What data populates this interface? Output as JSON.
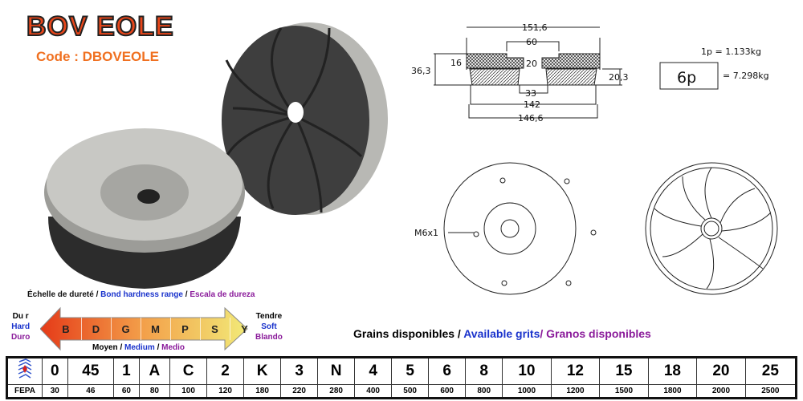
{
  "product": {
    "name": "BOV EOLE",
    "code": "Code : DBOVEOLE"
  },
  "drawing": {
    "dims": [
      "151,6",
      "60",
      "16",
      "20",
      "36,3",
      "20,3",
      "33",
      "142",
      "146,6"
    ],
    "thread": "M6x1"
  },
  "weight": {
    "unit": "1p  = 1.133kg",
    "pack": "6p",
    "total": "=  7.298kg"
  },
  "hardness": {
    "title_fr": "Échelle de dureté",
    "title_en": "Bond hardness range",
    "title_es": "Escala de dureza",
    "sep": " / ",
    "hard": [
      "Du r",
      "Hard",
      "Duro"
    ],
    "soft": [
      "Tendre",
      "Soft",
      "Blando"
    ],
    "grades": [
      "B",
      "D",
      "G",
      "M",
      "P",
      "S",
      "Y"
    ],
    "medium_fr": "Moyen",
    "medium_en": "Medium",
    "medium_es": "Medio",
    "colors": [
      "#e8401c",
      "#ee6a2a",
      "#f08a38",
      "#f4a24a",
      "#f6be5c",
      "#f7d468",
      "#f0e070"
    ]
  },
  "grits": {
    "title_fr": "Grains disponibles / ",
    "title_en": "Available grits",
    "title_es": "/ Granos disponibles",
    "row_label": "FEPA",
    "codes": [
      "0",
      "45",
      "1",
      "A",
      "C",
      "2",
      "K",
      "3",
      "N",
      "4",
      "5",
      "6",
      "8",
      "10",
      "12",
      "15",
      "18",
      "20",
      "25"
    ],
    "fepa": [
      "30",
      "46",
      "60",
      "80",
      "100",
      "120",
      "180",
      "220",
      "280",
      "400",
      "500",
      "600",
      "800",
      "1000",
      "1200",
      "1500",
      "1800",
      "2000",
      "2500"
    ]
  }
}
